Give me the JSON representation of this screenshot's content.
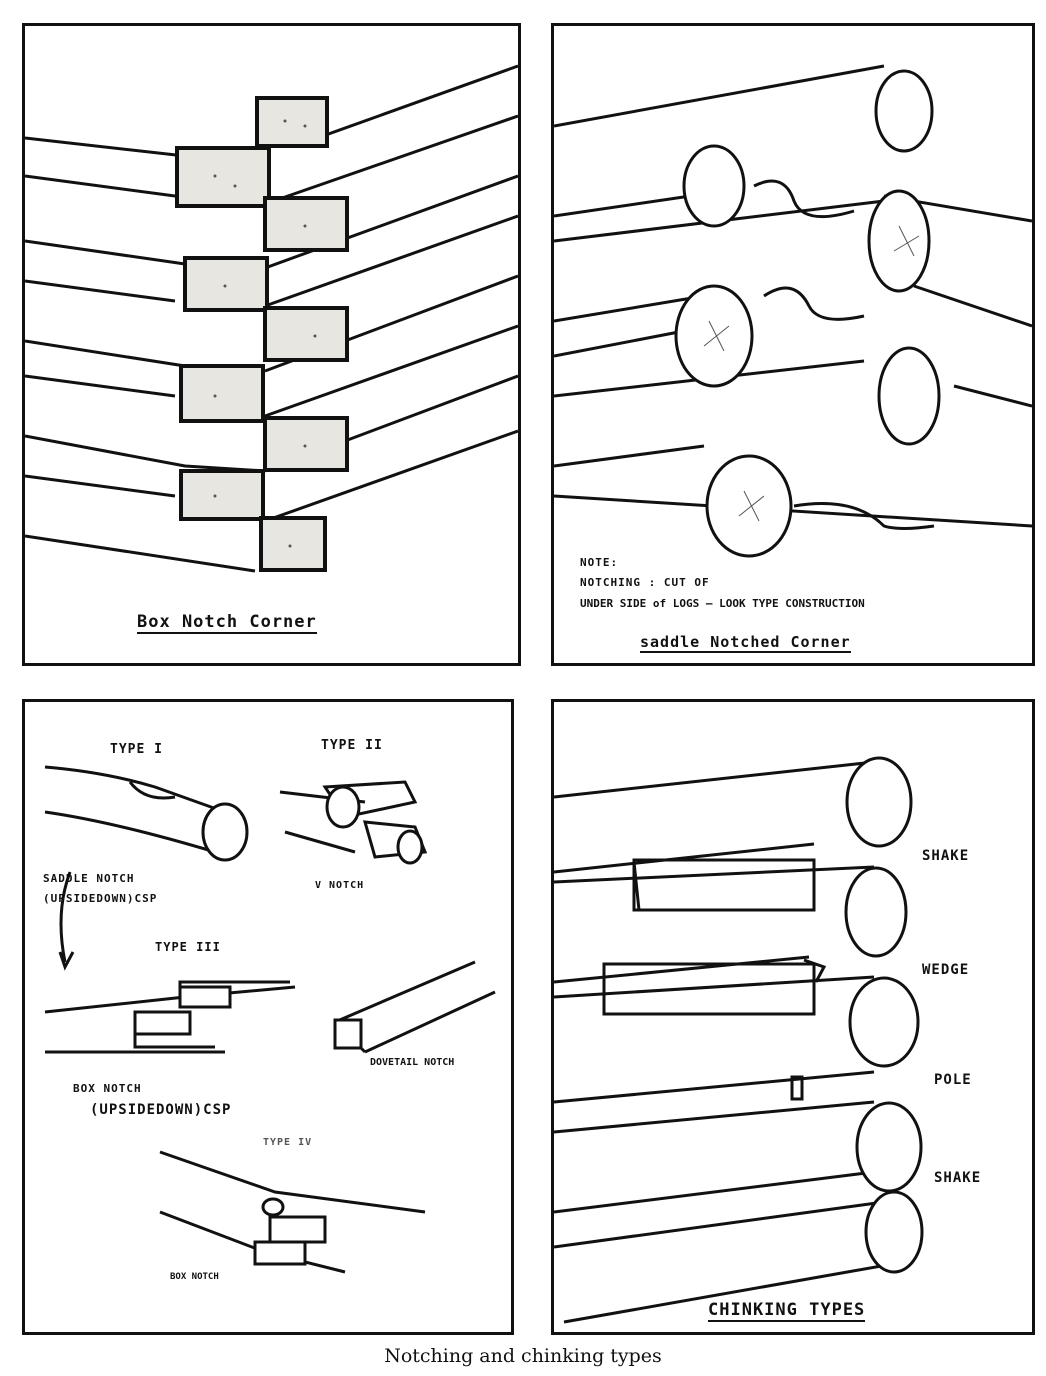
{
  "panels": {
    "box_notch": {
      "title": "Box Notch Corner"
    },
    "saddle_notch": {
      "title": "saddle Notched Corner",
      "note_line1": "NOTE:",
      "note_line2": "NOTCHING : CUT OF",
      "note_line3": "UNDER SIDE of LOGS — LOOK TYPE CONSTRUCTION"
    },
    "notch_types": {
      "type1": "TYPE I",
      "type2": "TYPE II",
      "type3": "TYPE III",
      "type4": "TYPE IV",
      "saddle_line1": "SADDLE NOTCH",
      "saddle_line2": "(UPSIDEDOWN)CSP",
      "v_notch": "V NOTCH",
      "box_line1": "BOX NOTCH",
      "box_line2": "(UPSIDEDOWN)CSP",
      "dovetail": "DOVETAIL NOTCH",
      "box_notch_small": "BOX NOTCH"
    },
    "chinking": {
      "title": "CHINKING TYPES",
      "labels": [
        "SHAKE",
        "WEDGE",
        "POLE",
        "SHAKE"
      ]
    }
  },
  "caption": "Notching and chinking types"
}
